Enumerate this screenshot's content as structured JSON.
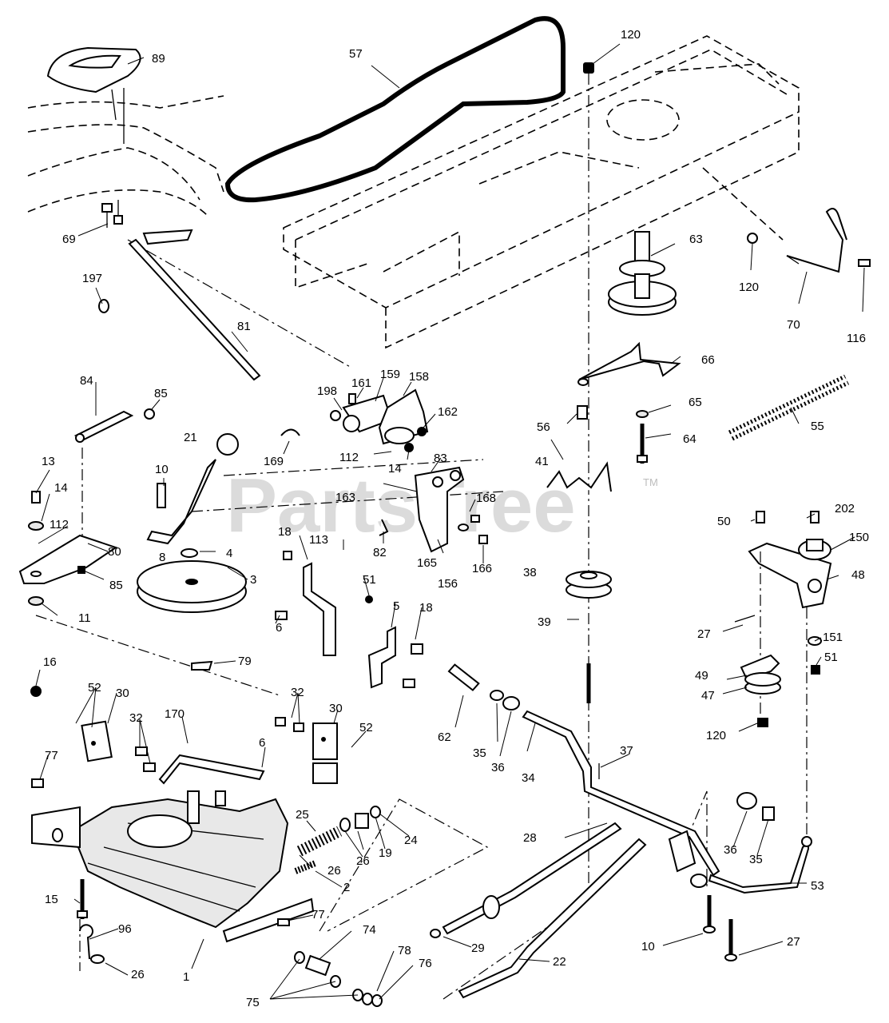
{
  "watermark": {
    "text": "PartsTree",
    "trademark": "TM"
  },
  "labels": [
    "57",
    "120",
    "89",
    "69",
    "197",
    "81",
    "198",
    "161",
    "159",
    "158",
    "162",
    "63",
    "120",
    "70",
    "116",
    "66",
    "84",
    "85",
    "21",
    "169",
    "112",
    "14",
    "83",
    "56",
    "65",
    "64",
    "55",
    "13",
    "10",
    "14",
    "112",
    "8",
    "80",
    "85",
    "163",
    "82",
    "168",
    "165",
    "156",
    "166",
    "41",
    "50",
    "202",
    "150",
    "4",
    "18",
    "113",
    "51",
    "38",
    "48",
    "3",
    "11",
    "6",
    "5",
    "18",
    "39",
    "27",
    "151",
    "51",
    "79",
    "16",
    "52",
    "30",
    "32",
    "170",
    "32",
    "30",
    "52",
    "6",
    "62",
    "35",
    "36",
    "34",
    "49",
    "47",
    "37",
    "77",
    "120",
    "25",
    "19",
    "24",
    "26",
    "26",
    "2",
    "28",
    "36",
    "35",
    "53",
    "15",
    "77",
    "96",
    "74",
    "78",
    "76",
    "26",
    "1",
    "29",
    "22",
    "10",
    "27",
    "75"
  ]
}
